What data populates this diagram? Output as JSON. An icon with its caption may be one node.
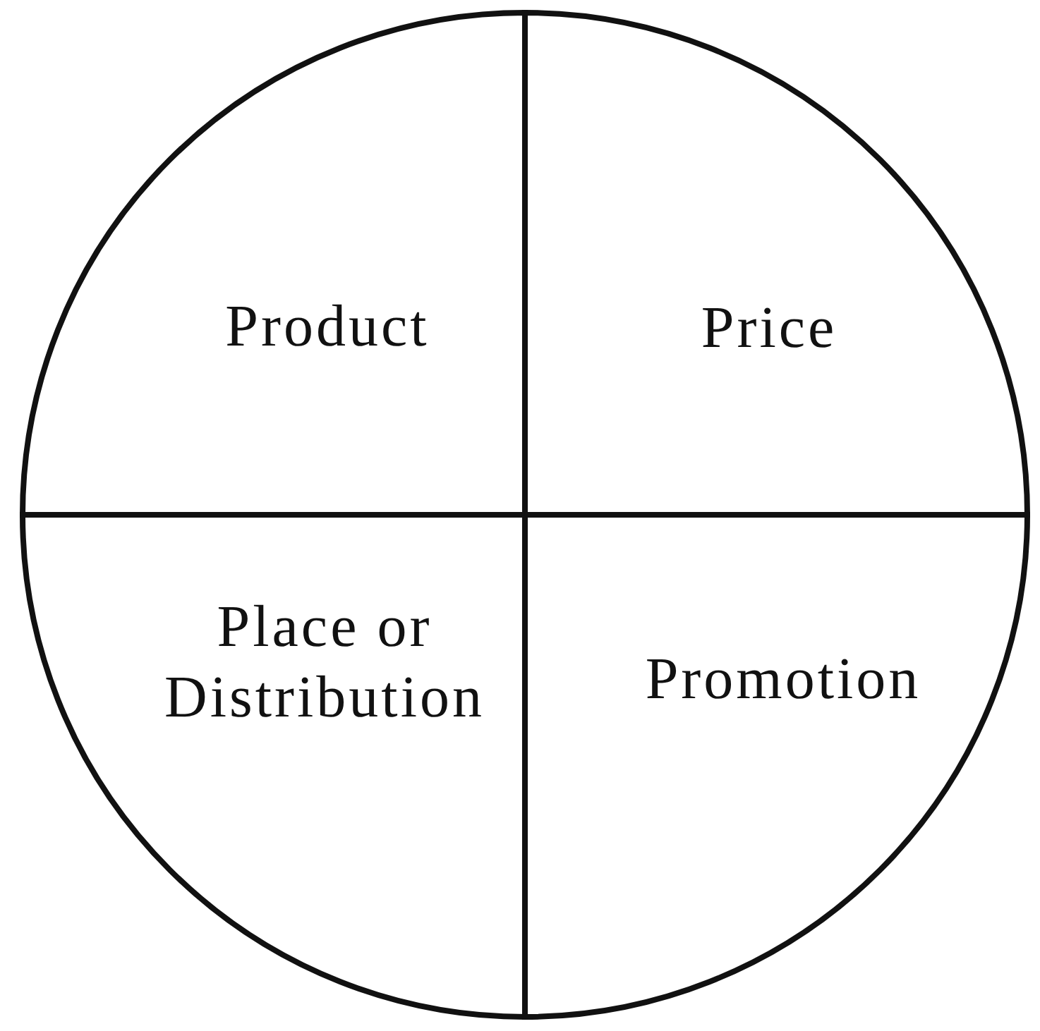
{
  "diagram": {
    "nodes": [
      {
        "text": [
          "Product"
        ]
      },
      {
        "text": [
          "Price"
        ]
      },
      {
        "text": [
          "Place or Distribution"
        ]
      },
      {
        "text": [
          "Promotion"
        ]
      }
    ]
  }
}
